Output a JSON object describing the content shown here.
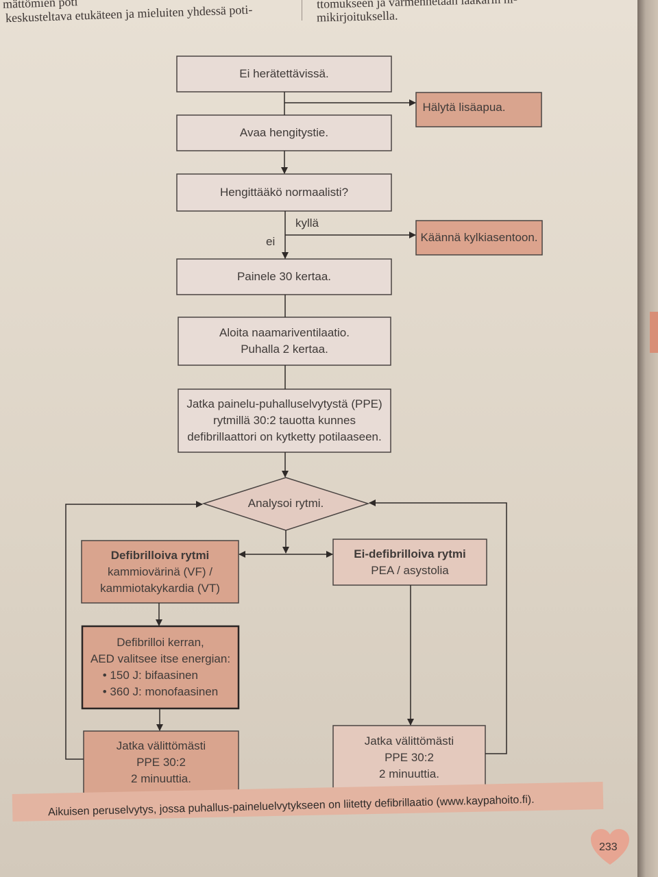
{
  "header": {
    "left_line1": "mättömien poti",
    "left_line2": "keskusteltava etukäteen ja mieluiten yhdessä poti-",
    "right_line1": "ttomukseen ja varmennetaan lääkärin ni-",
    "right_line2": "mikirjoituksella."
  },
  "flow": {
    "unresponsive": "Ei herätettävissä.",
    "call_help": "Hälytä lisäapua.",
    "open_airway": "Avaa hengitystie.",
    "breathing_normally": "Hengittääkö normaalisti?",
    "label_yes": "kyllä",
    "label_no": "ei",
    "recovery_position": "Käännä kylkiasentoon.",
    "compress": "Painele 30 kertaa.",
    "ventilate_line1": "Aloita naamariventilaatio.",
    "ventilate_line2": "Puhalla 2 kertaa.",
    "cpr_line1": "Jatka painelu-puhalluselvytystä (PPE)",
    "cpr_line2": "rytmillä 30:2 tauotta kunnes",
    "cpr_line3": "defibrillaattori on kytketty potilaaseen.",
    "analyze": "Analysoi rytmi.",
    "shockable_title": "Defibrilloiva rytmi",
    "shockable_line1": "kammiovärinä (VF) /",
    "shockable_line2": "kammiotakykardia (VT)",
    "nonshockable_title": "Ei-defibrilloiva rytmi",
    "nonshockable_line1": "PEA / asystolia",
    "defib_line1": "Defibrilloi kerran,",
    "defib_line2": "AED valitsee itse energian:",
    "defib_bullet1": "• 150 J: bifaasinen",
    "defib_bullet2": "• 360 J: monofaasinen",
    "continue_left_line1": "Jatka välittömästi",
    "continue_left_line2": "PPE 30:2",
    "continue_left_line3": "2 minuuttia.",
    "continue_right_line1": "Jatka välittömästi",
    "continue_right_line2": "PPE 30:2",
    "continue_right_line3": "2 minuuttia."
  },
  "caption": "Aikuisen peruselvytys, jossa puhallus-paineluelvytykseen on liitetty defibrillaatio (www.kaypahoito.fi).",
  "page_number": "233",
  "colors": {
    "box_fill": "#e6d8d2",
    "accent_fill": "#d9a48e",
    "line": "#3a3431"
  }
}
